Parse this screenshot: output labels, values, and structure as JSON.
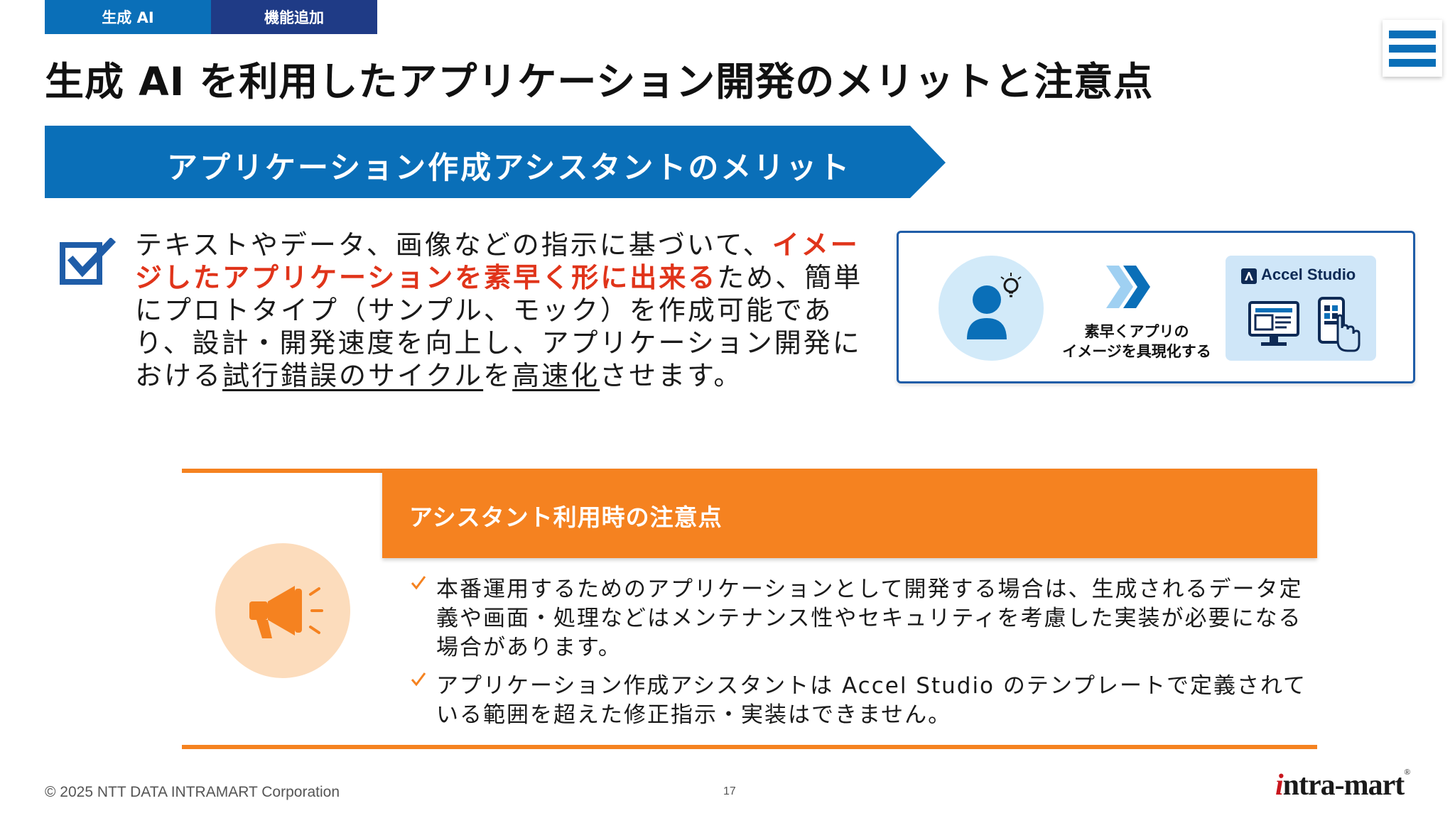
{
  "tags": {
    "ai": "生成 AI",
    "feature": "機能追加"
  },
  "title": "生成 AI を利用したアプリケーション開発のメリットと注意点",
  "merit": {
    "banner": "アプリケーション作成アシスタントのメリット",
    "text": {
      "p1": "テキストやデータ、画像などの指示に基づいて、",
      "highlight": "イメージしたアプリケーションを素早く形に出来る",
      "p2": "ため、簡単にプロトタイプ（サンプル、モック）を作成可能であり、設計・開発速度を向上し、アプリケーション開発における",
      "underline1": "試行錯誤のサイクル",
      "p3": "を",
      "underline2": "高速化",
      "p4": "させます。"
    },
    "illustration": {
      "caption_line1": "素早くアプリの",
      "caption_line2": "イメージを具現化する",
      "product": "Accel Studio"
    }
  },
  "caution": {
    "title": "アシスタント利用時の注意点",
    "items": [
      "本番運用するためのアプリケーションとして開発する場合は、生成されるデータ定義や画面・処理などはメンテナンス性やセキュリティを考慮した実装が必要になる場合があります。",
      "アプリケーション作成アシスタントは Accel Studio のテンプレートで定義されている範囲を超えた修正指示・実装はできません。"
    ]
  },
  "footer": {
    "copyright": "© 2025 NTT DATA INTRAMART Corporation",
    "page": "17",
    "brand_i": "i",
    "brand_rest": "ntra-mart",
    "brand_mark": "®"
  },
  "colors": {
    "primary_blue": "#0a6fb8",
    "navy": "#1f3b86",
    "highlight_red": "#e0341a",
    "orange": "#f58220",
    "light_orange": "#fcdcbc",
    "light_blue": "#d2eaf9"
  },
  "icons": [
    "menu-icon",
    "checkbox-icon",
    "person-idea-icon",
    "chevron-right-icon",
    "accel-studio-logo-icon",
    "monitor-icon",
    "phone-touch-icon",
    "megaphone-icon",
    "check-mark-icon"
  ]
}
